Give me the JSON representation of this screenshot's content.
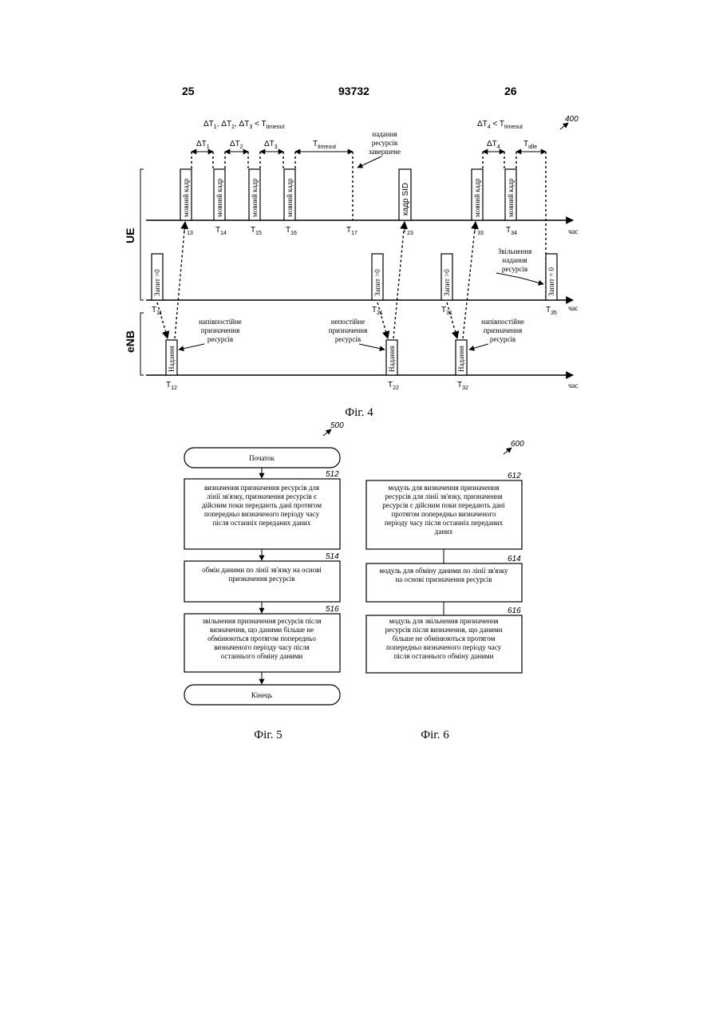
{
  "header": {
    "page_left": "25",
    "doc_number": "93732",
    "page_right": "26"
  },
  "fig4": {
    "ref": "400",
    "cond_left": {
      "d": "ΔT",
      "s1": "1",
      "s2": "2",
      "s3": "3",
      "t": "T",
      "ts": "timeout"
    },
    "cond_right": {
      "d": "ΔT",
      "s4": "4",
      "t": "T",
      "ts": "timeout"
    },
    "intervals": {
      "d": "ΔT",
      "d1": "1",
      "d2": "2",
      "d3": "3",
      "d4": "4",
      "t": "T",
      "timeout": "timeout",
      "idle": "idle"
    },
    "grant_done": [
      "надання",
      "ресурсів",
      "завершене"
    ],
    "frames": {
      "speech": "мовний кадр",
      "sid": "кадр SID"
    },
    "requests": {
      "gt0": "Запит >0",
      "eq0": "Запит = 0"
    },
    "grant_label": "Надання",
    "release_note": [
      "Звільнення",
      "надання",
      "ресурсів"
    ],
    "ue_label": "UE",
    "enb_label": "eNB",
    "time_label": "час",
    "t": "T",
    "ue_ticks": [
      "13",
      "14",
      "15",
      "16",
      "17",
      "23",
      "33",
      "34"
    ],
    "req_ticks": [
      "11",
      "21",
      "31",
      "35"
    ],
    "enb_ticks": [
      "12",
      "22",
      "32"
    ],
    "semi1": [
      "напівпостійне",
      "призначення",
      "ресурсів"
    ],
    "nonpers": [
      "непостійне",
      "призначення",
      "ресурсів"
    ],
    "semi2": [
      "напівпостійне",
      "призначення",
      "ресурсів"
    ],
    "caption": "Фіг. 4"
  },
  "fig5": {
    "ref": "500",
    "start": "Початок",
    "end": "Кінець",
    "boxes": [
      {
        "ref": "512",
        "lines": [
          "визначення призначення ресурсів для",
          "лінії зв'язку, призначення ресурсів є",
          "дійсним поки передають дані протягом",
          "попередньо визначеного періоду часу",
          "після останніх переданих даних"
        ]
      },
      {
        "ref": "514",
        "lines": [
          "обмін даними по лінії зв'язку на основі",
          "призначення ресурсів"
        ]
      },
      {
        "ref": "516",
        "lines": [
          "звільнення призначення ресурсів після",
          "визначення, що даними більше не",
          "обмінюються протягом попередньо",
          "визначеного періоду часу після",
          "останнього обміну даними"
        ]
      }
    ],
    "caption": "Фіг. 5"
  },
  "fig6": {
    "ref": "600",
    "boxes": [
      {
        "ref": "612",
        "lines": [
          "модуль для визначення призначення",
          "ресурсів для лінії зв'язку, призначення",
          "ресурсів є дійсним поки передають дані",
          "протягом попередньо визначеного",
          "періоду часу після останніх переданих",
          "даних"
        ]
      },
      {
        "ref": "614",
        "lines": [
          "модуль для обміну даними по лінії зв'язку",
          "на основі призначення ресурсів"
        ]
      },
      {
        "ref": "616",
        "lines": [
          "модуль для звільнення призначення",
          "ресурсів після визначення, що даними",
          "більше не обмінюються протягом",
          "попередньо визначеного періоду часу",
          "після останнього обміну даними"
        ]
      }
    ],
    "caption": "Фіг. 6"
  }
}
